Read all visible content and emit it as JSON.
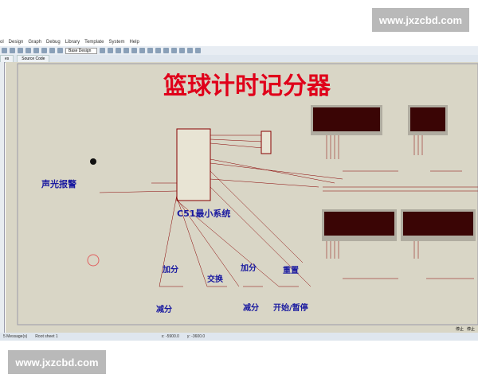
{
  "watermark": "www.jxzcbd.com",
  "menu": [
    "ol",
    "Design",
    "Graph",
    "Debug",
    "Library",
    "Template",
    "System",
    "Help"
  ],
  "toolbar": {
    "design_select": "Base Design"
  },
  "tabs": [
    "es",
    "Source Code"
  ],
  "schematic": {
    "title": "篮球计时记分器",
    "mcu_label": "C51最小系统",
    "alarm_label": "声光报警",
    "buttons": [
      "加分",
      "减分",
      "交换",
      "加分",
      "减分",
      "重置",
      "开始/暂停"
    ]
  },
  "status": {
    "messages": "5 Message(s)",
    "sheet": "Root sheet 1",
    "x": "x: -5900.0",
    "y": "y: -3600.0"
  },
  "controls": [
    "停止",
    "停止"
  ],
  "colors": {
    "canvas": "#d9d6c6",
    "title": "#e0001a",
    "label": "#1a1aa0",
    "display": "#3a0505"
  }
}
